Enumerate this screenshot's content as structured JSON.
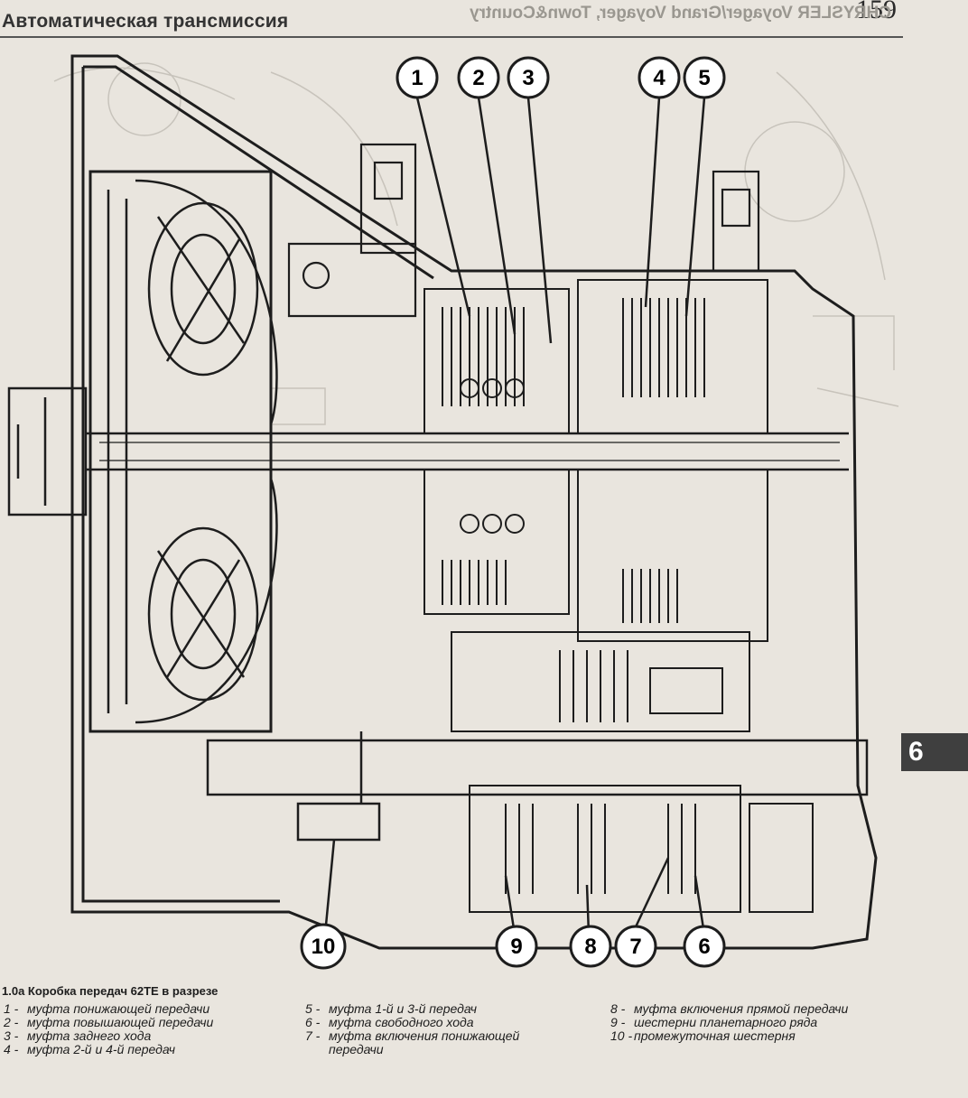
{
  "page": {
    "number": "159",
    "section_header": "Автоматическая трансмиссия",
    "bleed_through_header": "CHRYSLER Voyager/Grand Voyager, Town&Country",
    "chapter_tab": "6"
  },
  "diagram": {
    "callouts": [
      "1",
      "2",
      "3",
      "4",
      "5",
      "6",
      "7",
      "8",
      "9",
      "10"
    ]
  },
  "caption": {
    "title": "1.0a Коробка передач 62TE в разрезе",
    "legend": [
      {
        "num": "1 -",
        "text": "муфта понижающей передачи"
      },
      {
        "num": "2 -",
        "text": "муфта повышающей передачи"
      },
      {
        "num": "3 -",
        "text": "муфта заднего хода"
      },
      {
        "num": "4 -",
        "text": "муфта 2-й и 4-й передач"
      },
      {
        "num": "5 -",
        "text": "муфта 1-й и 3-й передач"
      },
      {
        "num": "6 -",
        "text": "муфта свободного хода"
      },
      {
        "num": "7 -",
        "text": "муфта включения понижающей передачи"
      },
      {
        "num": "8 -",
        "text": "муфта включения прямой передачи"
      },
      {
        "num": "9 -",
        "text": "шестерни планетарного ряда"
      },
      {
        "num": "10 -",
        "text": "промежуточная шестерня"
      }
    ]
  },
  "colors": {
    "paper": "#e9e5de",
    "ink": "#1d1d1d",
    "bleed": "#b9b5ad",
    "tab": "#3f3f3f"
  }
}
